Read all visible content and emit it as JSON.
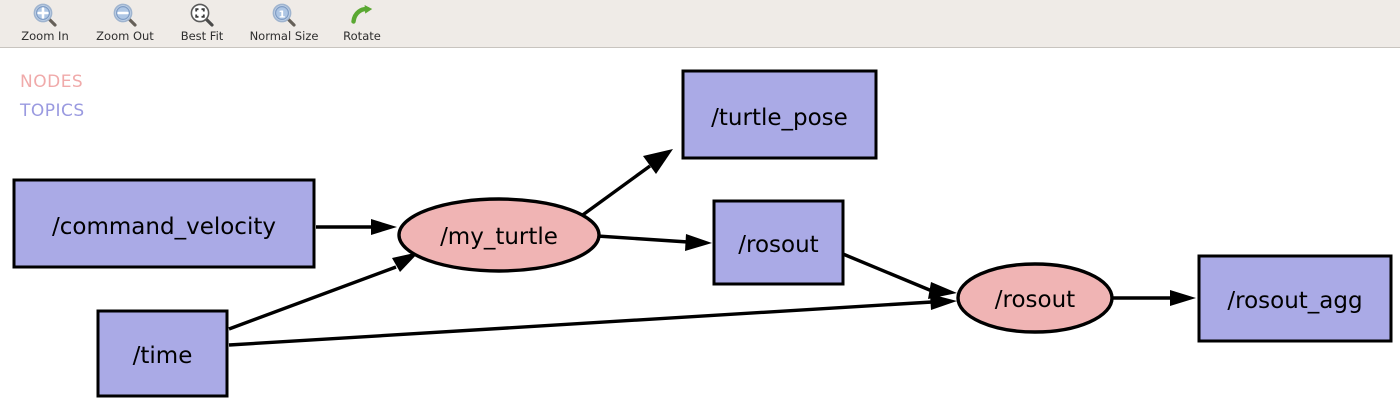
{
  "toolbar": {
    "buttons": [
      {
        "label": "Zoom In",
        "icon": "zoom-in-icon"
      },
      {
        "label": "Zoom Out",
        "icon": "zoom-out-icon"
      },
      {
        "label": "Best Fit",
        "icon": "best-fit-icon"
      },
      {
        "label": "Normal Size",
        "icon": "normal-size-icon"
      },
      {
        "label": "Rotate",
        "icon": "rotate-icon"
      }
    ]
  },
  "legend": {
    "items": [
      {
        "label": "NODES",
        "color": "#f0aaaa"
      },
      {
        "label": "TOPICS",
        "color": "#9a9ae0"
      }
    ]
  },
  "graph": {
    "node_fill": "#f0b4b4",
    "topic_fill": "#aaaae6",
    "stroke": "#000000",
    "nodes": [
      {
        "id": "my_turtle",
        "label": "/my_turtle",
        "shape": "ellipse",
        "kind": "node"
      },
      {
        "id": "rosout_node",
        "label": "/rosout",
        "shape": "ellipse",
        "kind": "node"
      }
    ],
    "topics": [
      {
        "id": "command_velocity",
        "label": "/command_velocity",
        "shape": "rect",
        "kind": "topic"
      },
      {
        "id": "turtle_pose",
        "label": "/turtle_pose",
        "shape": "rect",
        "kind": "topic"
      },
      {
        "id": "rosout_topic",
        "label": "/rosout",
        "shape": "rect",
        "kind": "topic"
      },
      {
        "id": "time",
        "label": "/time",
        "shape": "rect",
        "kind": "topic"
      },
      {
        "id": "rosout_agg",
        "label": "/rosout_agg",
        "shape": "rect",
        "kind": "topic"
      }
    ],
    "edges": [
      {
        "from": "command_velocity",
        "to": "my_turtle"
      },
      {
        "from": "time",
        "to": "my_turtle"
      },
      {
        "from": "my_turtle",
        "to": "turtle_pose"
      },
      {
        "from": "my_turtle",
        "to": "rosout_topic"
      },
      {
        "from": "rosout_topic",
        "to": "rosout_node"
      },
      {
        "from": "time",
        "to": "rosout_node"
      },
      {
        "from": "rosout_node",
        "to": "rosout_agg"
      }
    ]
  }
}
